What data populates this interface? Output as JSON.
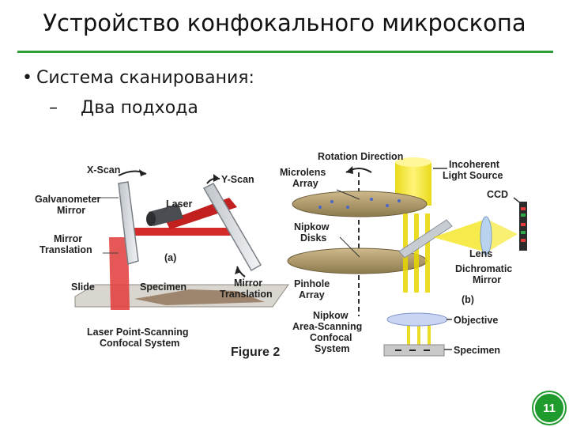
{
  "slide": {
    "title": "Устройство конфокального микроскопа",
    "bullet": "Система сканирования:",
    "bullet_marker": "•",
    "sub_marker": "–",
    "sub_item": "Два подхода",
    "page_number": "11",
    "accent_color": "#2e9e38"
  },
  "figure": {
    "a": {
      "x_scan": "X-Scan",
      "y_scan": "Y-Scan",
      "galvo_1": "Galvanometer",
      "galvo_2": "Mirror",
      "laser": "Laser",
      "mirror_tr_1": "Mirror",
      "mirror_tr_2": "Translation",
      "panel_tag": "(a)",
      "slide": "Slide",
      "specimen": "Specimen",
      "mirror_tr_r1": "Mirror",
      "mirror_tr_r2": "Translation",
      "caption_1": "Laser Point-Scanning",
      "caption_2": "Confocal System"
    },
    "figure_label": "Figure 2",
    "b": {
      "rotation": "Rotation Direction",
      "microlens_1": "Microlens",
      "microlens_2": "Array",
      "incoherent_1": "Incoherent",
      "incoherent_2": "Light Source",
      "ccd": "CCD",
      "nipkow_1": "Nipkow",
      "nipkow_2": "Disks",
      "lens": "Lens",
      "dichroic_1": "Dichromatic",
      "dichroic_2": "Mirror",
      "pinhole_1": "Pinhole",
      "pinhole_2": "Array",
      "panel_tag": "(b)",
      "objective": "Objective",
      "caption_1": "Nipkow",
      "caption_2": "Area-Scanning",
      "caption_3": "Confocal",
      "caption_4": "System",
      "specimen": "Specimen"
    }
  }
}
